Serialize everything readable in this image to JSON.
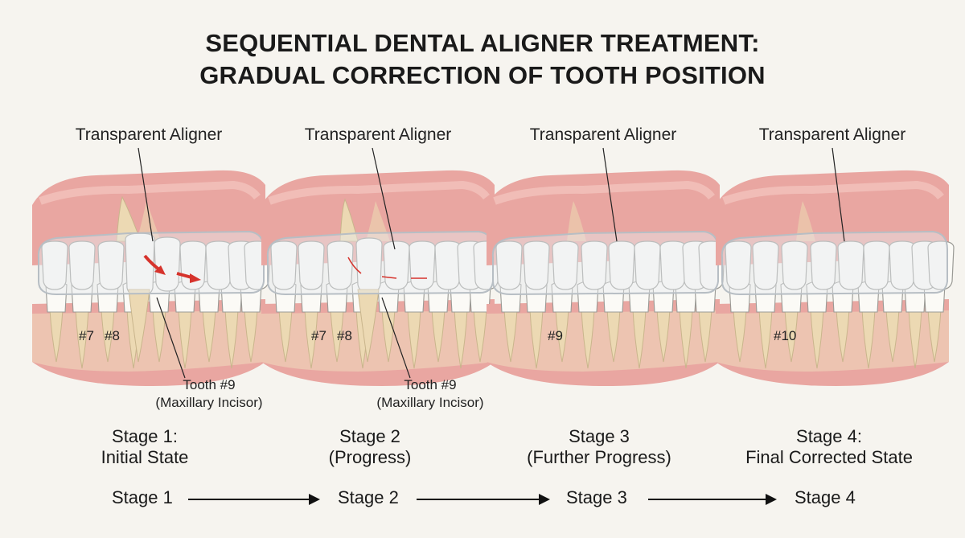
{
  "title": {
    "line1": "SEQUENTIAL DENTAL ALIGNER TREATMENT:",
    "line2": "GRADUAL CORRECTION OF TOOTH POSITION"
  },
  "panels": [
    {
      "aligner_label": "Transparent Aligner",
      "tooth_numbers": [
        "#7",
        "#8"
      ],
      "tooth_label": {
        "line1": "Tooth #9",
        "line2": "(Maxillary Incisor)"
      },
      "stage_title": {
        "line1": "Stage 1:",
        "line2": "Initial State"
      }
    },
    {
      "aligner_label": "Transparent Aligner",
      "tooth_numbers": [
        "#7",
        "#8"
      ],
      "tooth_label": {
        "line1": "Tooth #9",
        "line2": "(Maxillary Incisor)"
      },
      "stage_title": {
        "line1": "Stage 2",
        "line2": "(Progress)"
      }
    },
    {
      "aligner_label": "Transparent Aligner",
      "tooth_numbers": [
        "#9"
      ],
      "stage_title": {
        "line1": "Stage 3",
        "line2": "(Further Progress)"
      }
    },
    {
      "aligner_label": "Transparent Aligner",
      "tooth_numbers": [
        "#10"
      ],
      "stage_title": {
        "line1": "Stage 4:",
        "line2": "Final Corrected State"
      }
    }
  ],
  "sequence": [
    "Stage 1",
    "Stage 2",
    "Stage 3",
    "Stage 4"
  ],
  "colors": {
    "gum": "#e9a6a1",
    "gum_light": "#f3c8c1",
    "tooth": "#fbfaf6",
    "root": "#ecd9b3",
    "aligner": "#e7ecef",
    "arrow_red": "#d6332c",
    "arrow_black": "#111111"
  }
}
